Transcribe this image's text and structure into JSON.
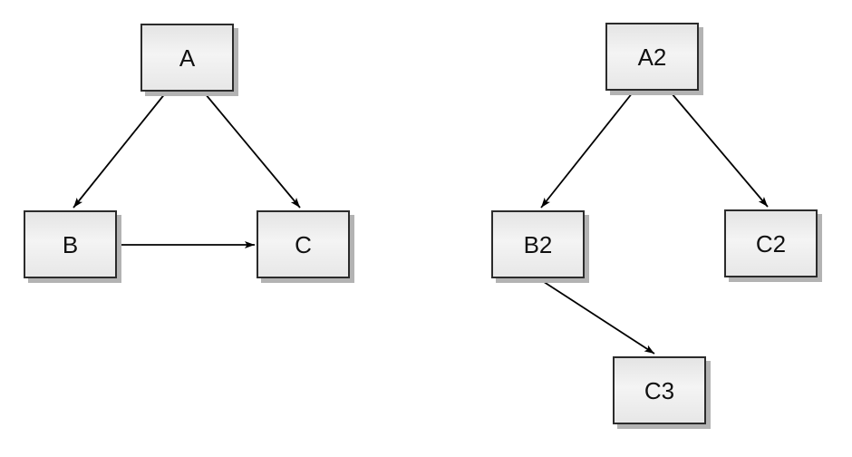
{
  "diagrams": [
    {
      "name": "left-graph",
      "nodes": [
        {
          "id": "A",
          "label": "A"
        },
        {
          "id": "B",
          "label": "B"
        },
        {
          "id": "C",
          "label": "C"
        }
      ],
      "edges": [
        {
          "from": "A",
          "to": "B"
        },
        {
          "from": "A",
          "to": "C"
        },
        {
          "from": "B",
          "to": "C"
        }
      ]
    },
    {
      "name": "right-graph",
      "nodes": [
        {
          "id": "A2",
          "label": "A2"
        },
        {
          "id": "B2",
          "label": "B2"
        },
        {
          "id": "C2",
          "label": "C2"
        },
        {
          "id": "C3",
          "label": "C3"
        }
      ],
      "edges": [
        {
          "from": "A2",
          "to": "B2"
        },
        {
          "from": "A2",
          "to": "C2"
        },
        {
          "from": "B2",
          "to": "C3"
        }
      ]
    }
  ],
  "colors": {
    "background": "#ffffff",
    "node_fill_light": "#f4f4f4",
    "node_fill_dark": "#e4e4e4",
    "node_border": "#2b2b2b",
    "node_shadow": "#b3b3b3",
    "edge": "#000000"
  }
}
